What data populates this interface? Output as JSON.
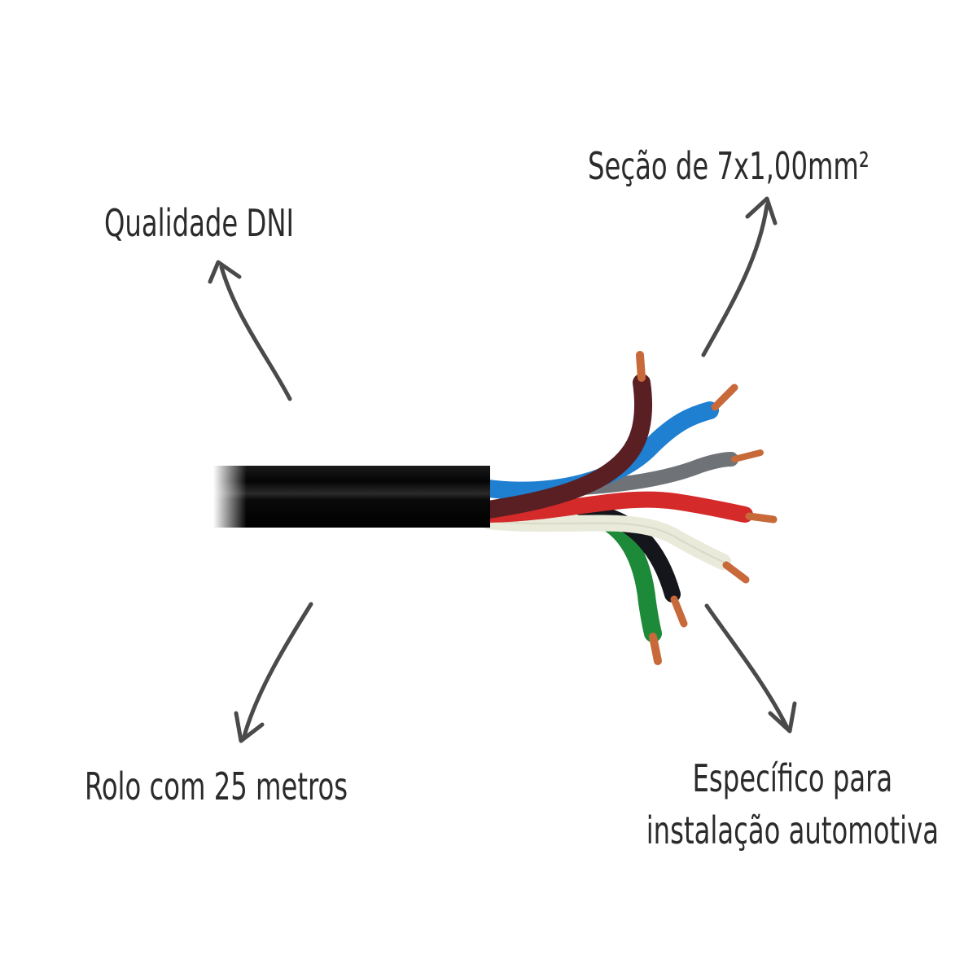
{
  "labels": {
    "quality": "Qualidade DNI",
    "section": "Seção de 7x1,00mm²",
    "roll": "Rolo com 25 metros",
    "specific_line1": "Específico para",
    "specific_line2": "instalação automotiva"
  },
  "colors": {
    "text": "#2b2b2b",
    "arrow": "#4a4a4a",
    "jacket": "#0d0d0d",
    "copper": "#c8693a",
    "wire_brown": "#5a1f22",
    "wire_blue": "#1f7fd0",
    "wire_gray": "#6f7378",
    "wire_red": "#d42a2a",
    "wire_white": "#e9ead9",
    "wire_green": "#1d8a3a",
    "wire_black": "#15161c"
  },
  "icons": [
    "arrow-icon"
  ]
}
